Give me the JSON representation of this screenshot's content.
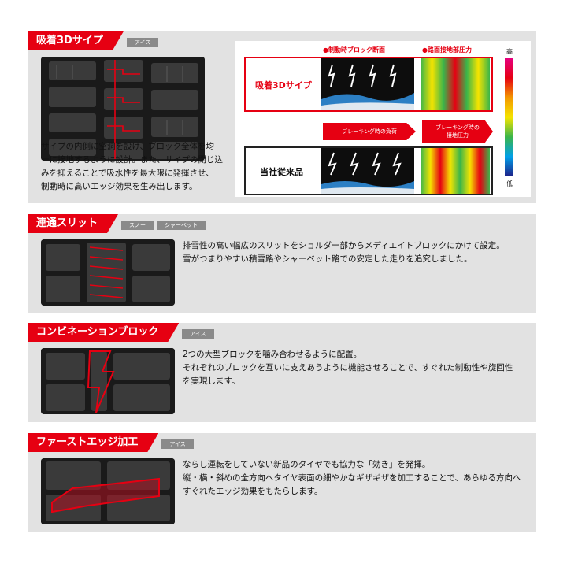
{
  "sections": [
    {
      "title": "吸着3Dサイプ",
      "badges": [
        "アイス"
      ],
      "description": [
        "サイプの内側に空洞を設け、ブロック全体を均",
        "一に接地するように設計。また、サイプの閉じ込",
        "みを抑えることで吸水性を最大限に発揮させ、",
        "制動時に高いエッジ効果を生み出します。"
      ]
    },
    {
      "title": "連通スリット",
      "badges": [
        "スノー",
        "シャーベット"
      ],
      "description": [
        "排雪性の高い幅広のスリットをショルダー部からメディエイトブロックにかけて設定。",
        "雪がつまりやすい積雪路やシャーベット路での安定した走りを追究しました。"
      ]
    },
    {
      "title": "コンビネーションブロック",
      "badges": [
        "アイス"
      ],
      "description": [
        "2つの大型ブロックを噛み合わせるように配置。",
        "それぞれのブロックを互いに支えあうように機能させることで、すぐれた制動性や旋回性",
        "を実現します。"
      ]
    },
    {
      "title": "ファーストエッジ加工",
      "badges": [
        "アイス"
      ],
      "description": [
        "ならし運転をしていない新品のタイヤでも協力な「効き」を発揮。",
        "縦・横・斜めの全方向へタイヤ表面の細やかなギザギザを加工することで、あらゆる方向へ",
        "すぐれたエッジ効果をもたらします。"
      ]
    }
  ],
  "diagram": {
    "col1_title": "●制動時ブロック断面",
    "col2_title": "●路面接地部圧力",
    "row1_label": "吸着3Dサイプ",
    "row2_label": "当社従来品",
    "arrow1": "ブレーキング時の負荷",
    "arrow2": [
      "ブレーキング時の",
      "接地圧力"
    ],
    "scale_high": "高",
    "scale_low": "低"
  },
  "colors": {
    "accent": "#e60012",
    "panel": "#e2e2e2",
    "badge": "#8a8a8a"
  }
}
